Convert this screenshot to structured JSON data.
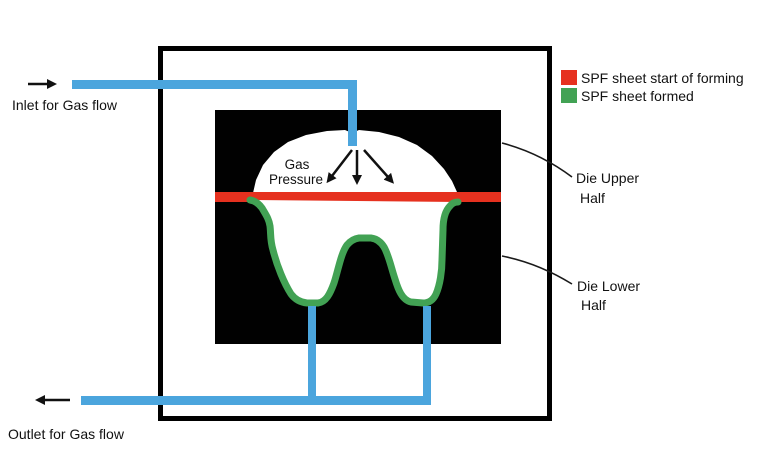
{
  "colors": {
    "background": "#FFFFFF",
    "chamber_outline": "#000000",
    "die_black": "#010101",
    "pipe_blue": "#4BA5DD",
    "sheet_start_red": "#E6311F",
    "sheet_formed_green": "#42A254",
    "arrow_black": "#111111",
    "leader_line": "#1A1A1A"
  },
  "labels": {
    "inlet": "Inlet for Gas flow",
    "outlet": "Outlet for Gas flow",
    "gas_pressure": {
      "line1": "Gas",
      "line2": "Pressure"
    },
    "die_upper": {
      "line1": "Die Upper",
      "line2": "Half"
    },
    "die_lower": {
      "line1": "Die Lower",
      "line2": "Half"
    }
  },
  "legend": {
    "items": [
      {
        "name": "spf-sheet-start-of-forming",
        "label": "SPF sheet start of forming",
        "color": "#E6311F"
      },
      {
        "name": "spf-sheet-formed",
        "label": "SPF sheet formed",
        "color": "#42A254"
      }
    ]
  }
}
